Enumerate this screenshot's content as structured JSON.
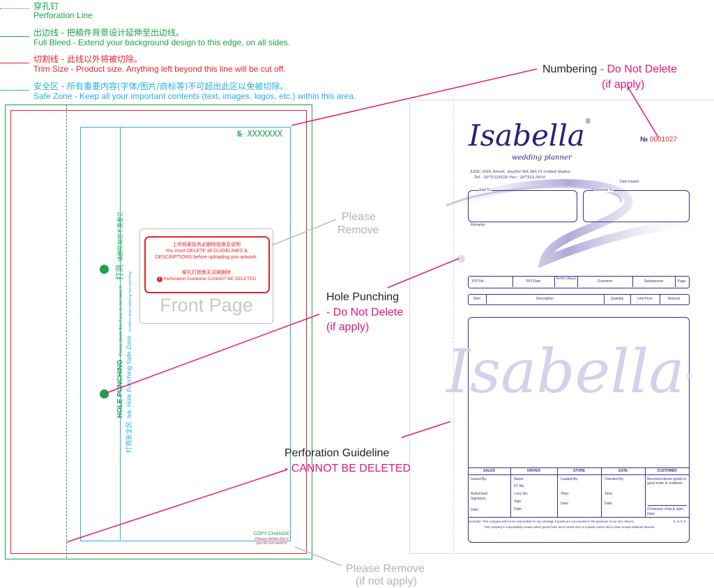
{
  "legend": {
    "perforation": {
      "cn": "穿孔钉",
      "en": "Perforation Line",
      "color": "#1aa34a"
    },
    "bleed": {
      "cn": "出边线 - 把稿件背景设计延伸至出边线。",
      "en": "Full Bleed - Extend your background design to this edge, on all sides.",
      "color": "#1aa34a"
    },
    "trim": {
      "cn": "切割线 - 此线以外将被切除。",
      "en": "Trim Size - Product size. Anything left beyond this line will be cut off.",
      "color": "#e3232b"
    },
    "safe": {
      "cn": "安全区 - 所有重要内容(字体/图片/商标等)不可超出此区以免被切除。",
      "en": "Safe Zone - Keep all your important contents (text, images, logos, etc.) within this area.",
      "color": "#25aee4"
    }
  },
  "template": {
    "numbering": "№ XXXXXXX",
    "notice": {
      "cn1": "上传档案前务必删除指南及说明",
      "en1": "You must DELETE all GUIDELINES &",
      "en2": "DESCRIPTIONS before uploading you artwork.",
      "cn2": "穿孔钉指南无法被删除",
      "en3": "Perforation Guideline CANNOT BE DELETED",
      "warn_glyph": "!"
    },
    "front_page": "Front Page",
    "hole_punching_cn": "打洞",
    "hole_punching_cn_note": "请删除如您不需要它",
    "hole_punching_en": "HOLE PUNCHING",
    "hole_punching_en_note": "Please delete this if you do not need it",
    "safe_zone_cn": "打洞安全区",
    "safe_zone_cn_note": "指南",
    "safe_zone_en": "Hole Punching Safe Zone",
    "safe_zone_en_note": "Guideline when applying hole punching",
    "copy_change": "COPY CHANGE",
    "copy_change_note1": "-Please delete this if",
    "copy_change_note2": "you do not need it"
  },
  "callouts": {
    "numbering": "Numbering",
    "numbering_red": "- Do Not Delete",
    "numbering_sub": "(if apply)",
    "please_remove_1a": "Please",
    "please_remove_1b": "Remove",
    "hole_punching": "Hole Punching",
    "hole_punching_red": "- Do Not Delete",
    "hole_punching_sub": "(if apply)",
    "perforation": "Perforation Guideline",
    "perforation_red": "- CANNOT BE DELETED",
    "please_remove_2a": "Please Remove",
    "please_remove_2b": "(if not apply)"
  },
  "sample": {
    "brand": "Isabella",
    "reg": "®",
    "subtitle": "wedding planner",
    "address1": "520E, 65th Street, Seattle WA 98115 United States.",
    "address2": "Tel : 2075324520   Fax : 207522.0016",
    "number_prefix": "№",
    "number": "0001027",
    "date_issued": "Date Issued :",
    "sold_to": "Sold To:",
    "delivered_to": "Delivered To:",
    "remarks": "Remarks:",
    "row1": [
      "P/O No.",
      "P/O Date",
      "Terms (days)",
      "Customer",
      "Salesperson",
      "Page"
    ],
    "row2": [
      "Item",
      "Description",
      "Quantity",
      "Unit Price",
      "Amount"
    ],
    "watermark": "Isabella",
    "footer_heads": [
      "SALES",
      "DRIVER",
      "STORE",
      "GATE",
      "CUSTOMER"
    ],
    "sales": [
      "Issued By:",
      "Authorised",
      "Signature:",
      "Date:"
    ],
    "driver": [
      "Name:",
      "I/C No:",
      "Lorry No:",
      "Sign:",
      "Date:"
    ],
    "store": [
      "Loaded By:",
      "Time:",
      "Date:"
    ],
    "gate": [
      "Checked By:",
      "Time:",
      "Date:"
    ],
    "customer": [
      "Received above goods in",
      "good order & condition",
      "(Company chop & sign)",
      "Date:"
    ],
    "reminder1": "Reminder: This company will not be responsible for any shortage if goods are not counted in the presence of our lorry drivers.",
    "eoe": "E. & O. E",
    "reminder2": "This company's responsibility ceases when goods have been turned over to a public carrier and a clean receipt obtained thereon."
  },
  "colors": {
    "accent": "#e5177b",
    "brand": "#2d1f7a",
    "green": "#1aa34a",
    "red": "#e3232b",
    "cyan": "#25aee4"
  }
}
